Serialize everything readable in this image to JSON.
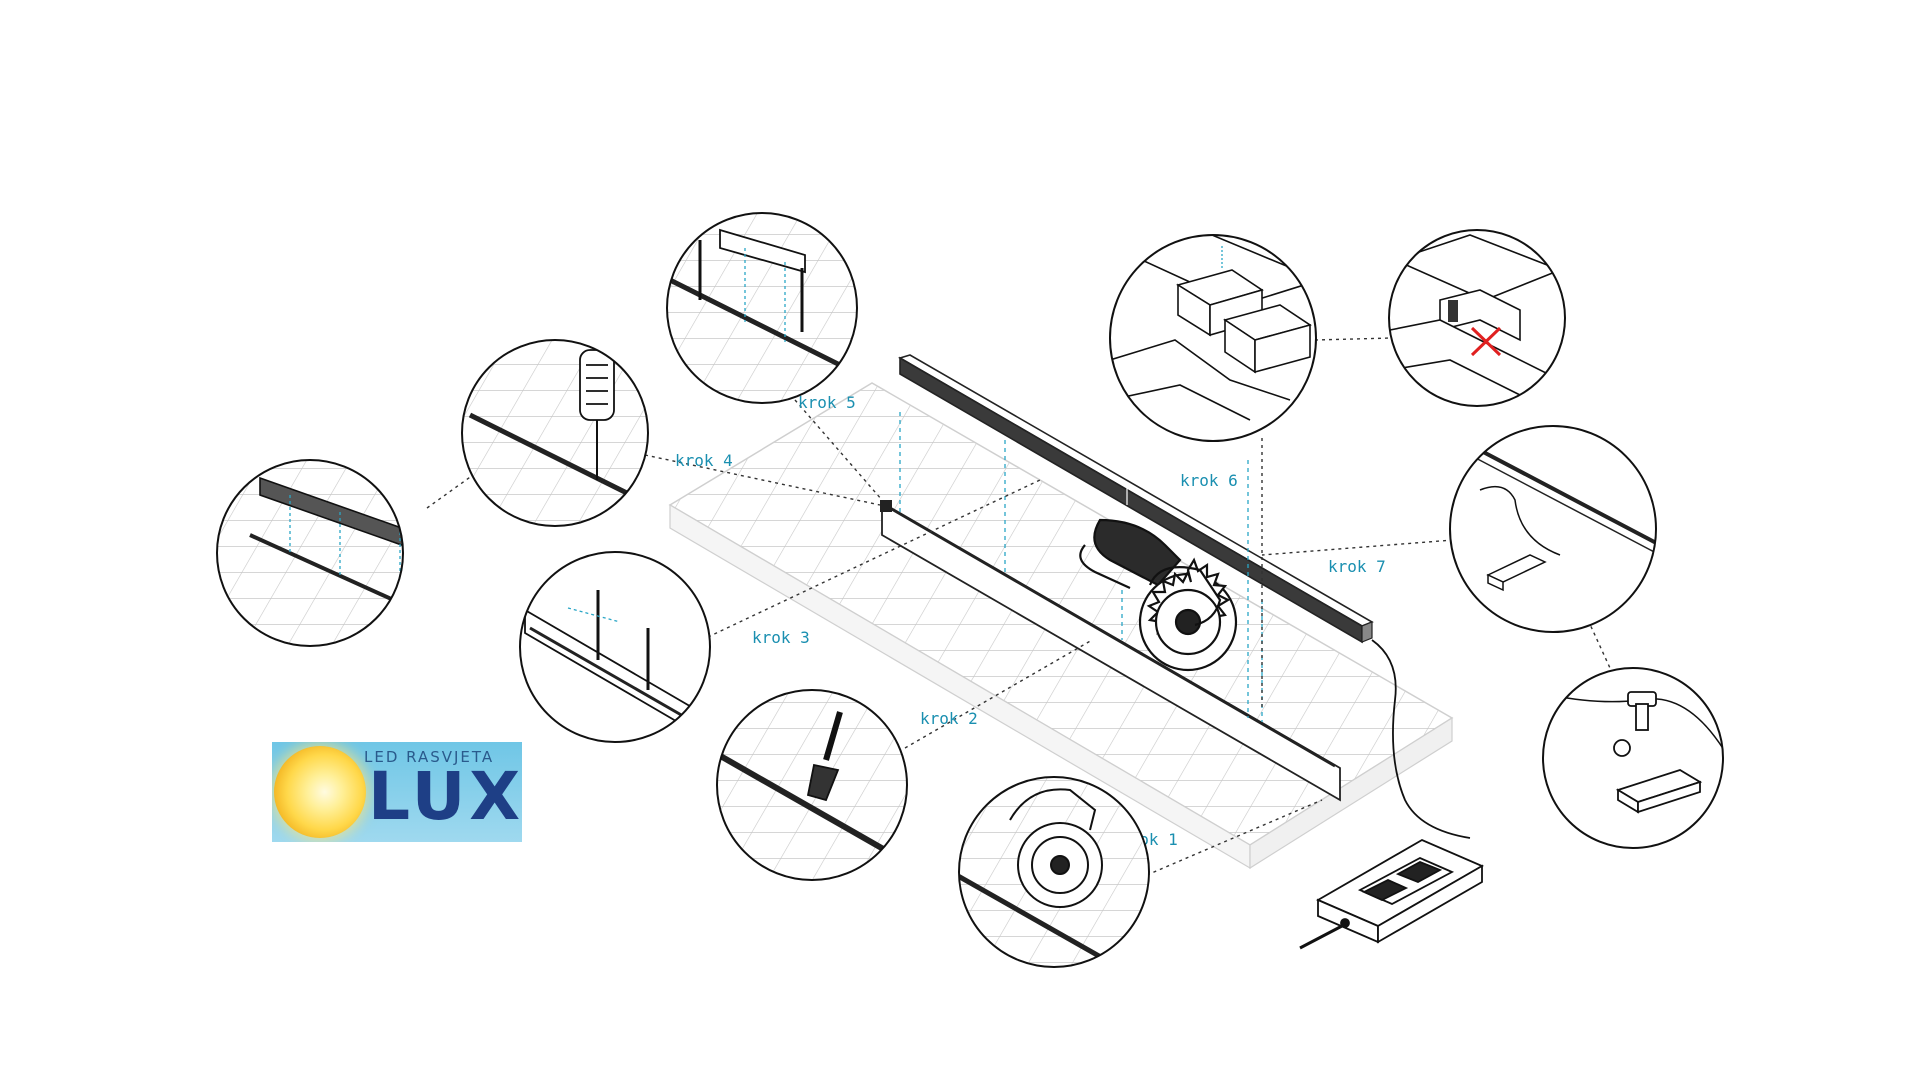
{
  "steps": [
    {
      "label": "krok 1"
    },
    {
      "label": "krok 2"
    },
    {
      "label": "krok 3"
    },
    {
      "label": "krok 4"
    },
    {
      "label": "krok 5"
    },
    {
      "label": "krok 6"
    },
    {
      "label": "krok 7"
    }
  ],
  "logo": {
    "top_text": "LED RASVJETA",
    "main_text": "LUX"
  },
  "colors": {
    "label": "#1a8fb0",
    "line": "#222222",
    "guide": "#2aa6c6",
    "cross": "#e02020",
    "logo_bg": "#8dd3ee",
    "logo_text": "#1e3f86"
  }
}
